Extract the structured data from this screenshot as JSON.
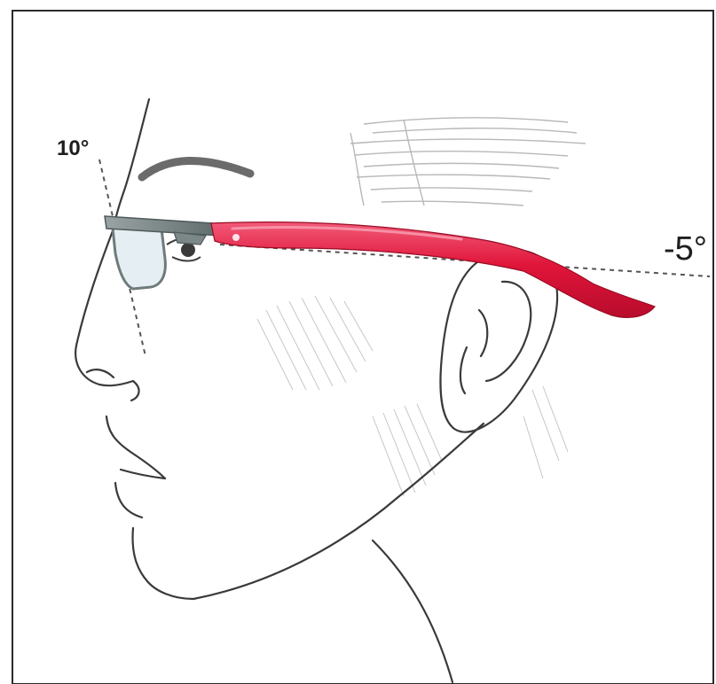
{
  "labels": {
    "pantoscopic_angle": "10°",
    "temple_angle": "-5°"
  },
  "colors": {
    "background": "#ffffff",
    "frame_border": "#2a2a2a",
    "sketch_line": "#3a3a3a",
    "sketch_shading": "#b8b8b8",
    "temple_red": "#e0153a",
    "temple_red_highlight": "#f25a78",
    "frame_front_gray": "#7c8888",
    "lens_tint": "#e4eef3",
    "guide_line": "#555555"
  },
  "diagram": {
    "subject": "face-profile-with-glasses",
    "guide_lines": [
      "pantoscopic-tilt-line",
      "temple-angle-line"
    ]
  }
}
